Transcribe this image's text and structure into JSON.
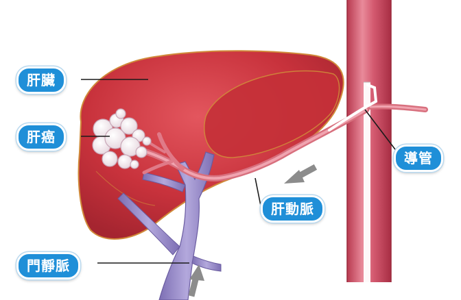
{
  "labels": {
    "liver": "肝臟",
    "liver_cancer": "肝癌",
    "catheter": "導管",
    "hepatic_artery": "肝動脈",
    "portal_vein": "門靜脈"
  },
  "colors": {
    "label_fill": "#1f8fd8",
    "label_border": "#ffffff",
    "liver": "#c8323c",
    "artery": "#e07a88",
    "portal_vein": "#9a8cc8",
    "tumor": "#f4eef2",
    "flow_arrow": "#8c8c8c"
  }
}
